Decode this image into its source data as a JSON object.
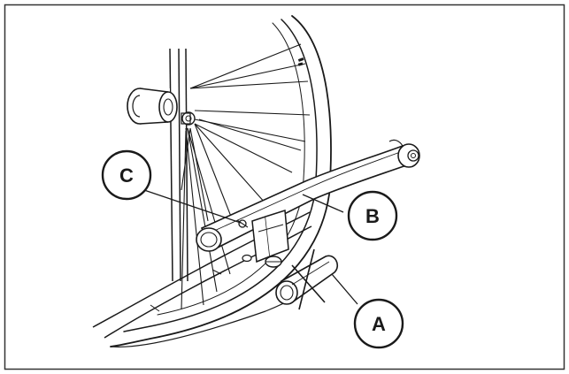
{
  "callouts": {
    "a": {
      "label": "A"
    },
    "b": {
      "label": "B"
    },
    "c": {
      "label": "C"
    }
  },
  "colors": {
    "line": "#1a1a1a",
    "background": "#ffffff"
  }
}
